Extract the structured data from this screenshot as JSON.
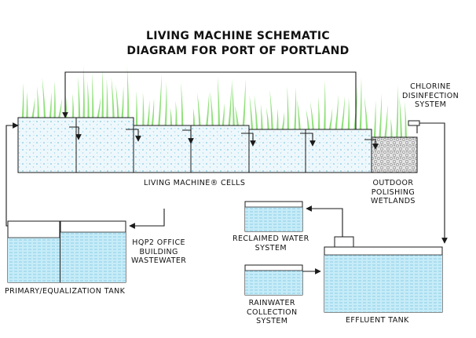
{
  "title": {
    "line1": "LIVING MACHINE SCHEMATIC",
    "line2": "DIAGRAM FOR PORT OF PORTLAND"
  },
  "labels": {
    "cells": "LIVING MACHINE® CELLS",
    "chlorine": [
      "CHLORINE",
      "DISINFECTION",
      "SYSTEM"
    ],
    "outdoor": [
      "OUTDOOR",
      "POLISHING",
      "WETLANDS"
    ],
    "hqp2": [
      "HQP2 OFFICE",
      "BUILDING",
      "WASTEWATER"
    ],
    "reclaimed": [
      "RECLAIMED WATER",
      "SYSTEM"
    ],
    "primary": "PRIMARY/EQUALIZATION TANK",
    "rainwater": [
      "RAINWATER",
      "COLLECTION",
      "SYSTEM"
    ],
    "effluent": "EFFLUENT TANK"
  },
  "colors": {
    "water": "#bfe9f7",
    "water_dots": "#7fc7e2",
    "cell_fill": "#eef8fc",
    "plants": "#8fe07a",
    "gravel": "#d8d8d8",
    "line": "#1a1a1a"
  }
}
